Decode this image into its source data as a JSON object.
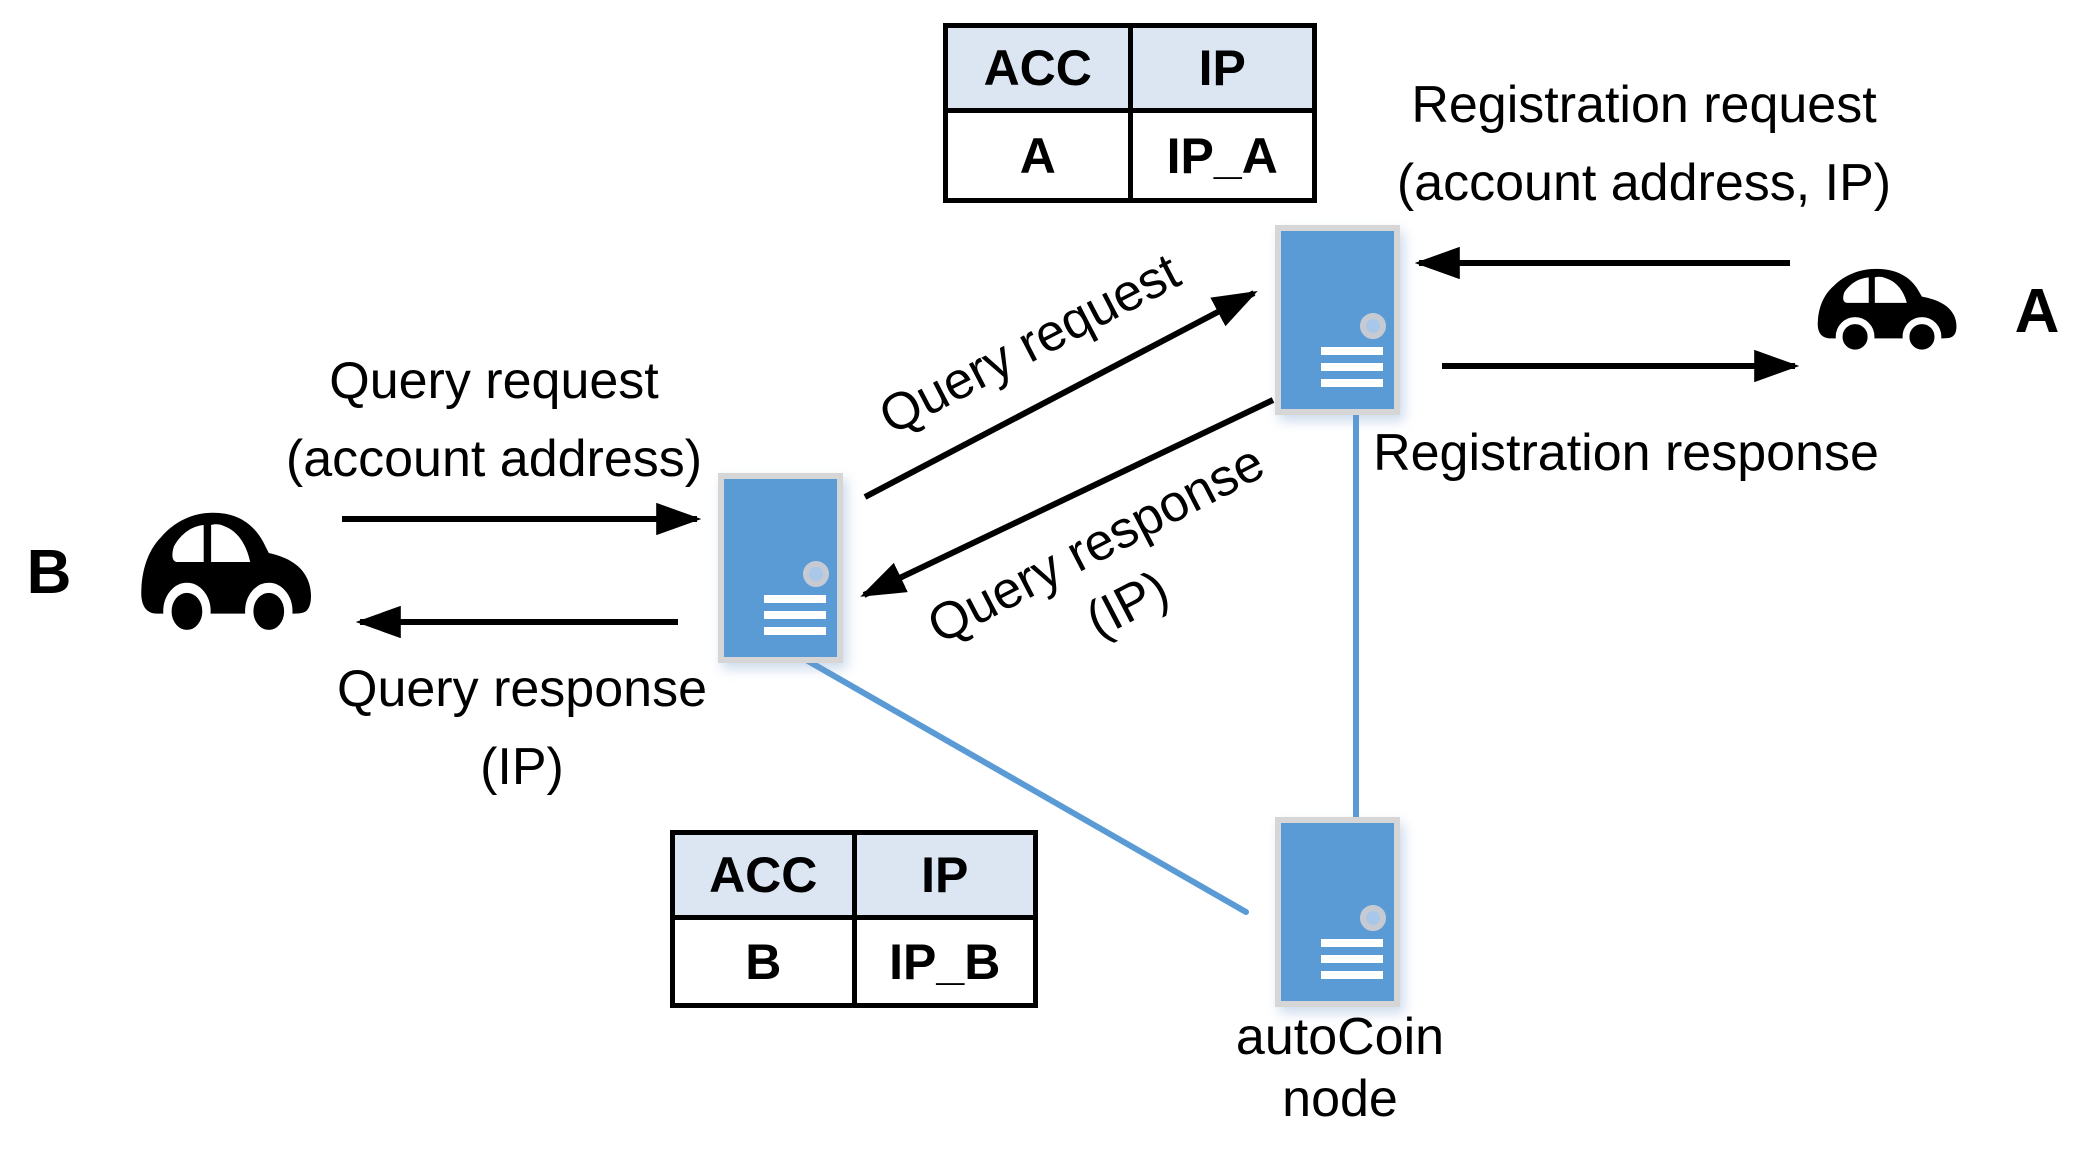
{
  "colors": {
    "server_blue": "#5b9bd5",
    "server_border_gray": "#d6d6d6",
    "connector_blue": "#5b9bd5",
    "table_header_fill": "#dce6f2",
    "arrow_black": "#000000"
  },
  "vehicles": {
    "a_label": "A",
    "b_label": "B"
  },
  "autocoin_node": {
    "line1": "autoCoin",
    "line2": "node"
  },
  "messages": {
    "registration_request": {
      "line1": "Registration request",
      "line2": "(account address, IP)"
    },
    "registration_response": {
      "line1": "Registration response"
    },
    "query_request_b": {
      "line1": "Query request",
      "line2": "(account address)"
    },
    "query_response_b": {
      "line1": "Query response",
      "line2": "(IP)"
    },
    "query_request_diag": {
      "line1": "Query request"
    },
    "query_response_diag": {
      "line1": "Query response",
      "line2": "(IP)"
    }
  },
  "tables": {
    "vehicle_a": {
      "headers": [
        "ACC",
        "IP"
      ],
      "rows": [
        [
          "A",
          "IP_A"
        ]
      ]
    },
    "vehicle_b": {
      "headers": [
        "ACC",
        "IP"
      ],
      "rows": [
        [
          "B",
          "IP_B"
        ]
      ]
    }
  },
  "icons": {
    "server": "server-icon",
    "car": "car-icon"
  }
}
